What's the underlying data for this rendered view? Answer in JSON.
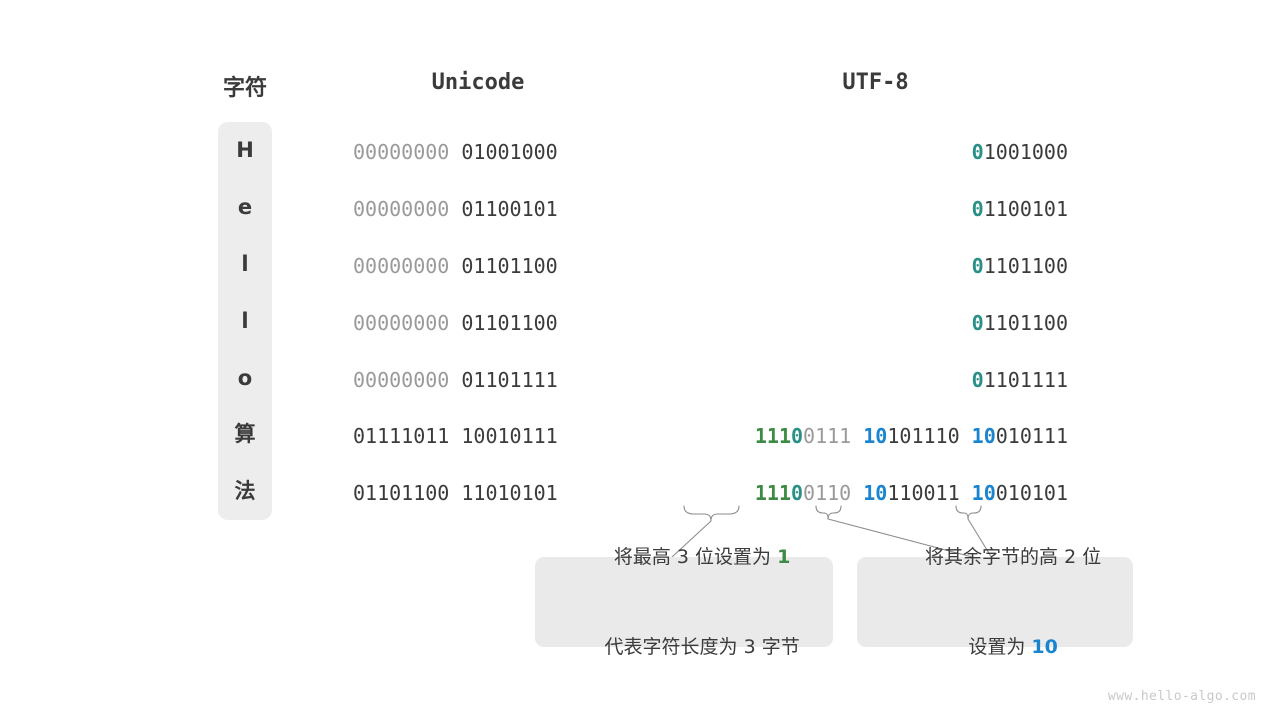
{
  "headers": {
    "character": "字符",
    "unicode": "Unicode",
    "utf8": "UTF-8"
  },
  "colors": {
    "green": "#3c8a43",
    "teal": "#2a9087",
    "blue": "#1b84cf",
    "dim": "#9a9a9a",
    "dark": "#3b3b3b",
    "pill_bg": "#ededed",
    "callout_bg": "#eaeaea"
  },
  "rows": [
    {
      "char": "H",
      "unicode": {
        "high": "00000000",
        "low": "01001000"
      },
      "utf8": [
        {
          "flag": "0",
          "flag_color": "teal",
          "rest": "1001000"
        }
      ]
    },
    {
      "char": "e",
      "unicode": {
        "high": "00000000",
        "low": "01100101"
      },
      "utf8": [
        {
          "flag": "0",
          "flag_color": "teal",
          "rest": "1100101"
        }
      ]
    },
    {
      "char": "l",
      "unicode": {
        "high": "00000000",
        "low": "01101100"
      },
      "utf8": [
        {
          "flag": "0",
          "flag_color": "teal",
          "rest": "1101100"
        }
      ]
    },
    {
      "char": "l",
      "unicode": {
        "high": "00000000",
        "low": "01101100"
      },
      "utf8": [
        {
          "flag": "0",
          "flag_color": "teal",
          "rest": "1101100"
        }
      ]
    },
    {
      "char": "o",
      "unicode": {
        "high": "00000000",
        "low": "01101111"
      },
      "utf8": [
        {
          "flag": "0",
          "flag_color": "teal",
          "rest": "1101111"
        }
      ]
    },
    {
      "char": "算",
      "unicode": {
        "high": "01111011",
        "low": "10010111"
      },
      "utf8": [
        {
          "flag": "111",
          "flag_color": "green",
          "flag2": "0",
          "flag2_color": "teal",
          "rest": "0111"
        },
        {
          "flag": "10",
          "flag_color": "blue",
          "rest": "101110"
        },
        {
          "flag": "10",
          "flag_color": "blue",
          "rest": "010111"
        }
      ]
    },
    {
      "char": "法",
      "unicode": {
        "high": "01101100",
        "low": "11010101"
      },
      "utf8": [
        {
          "flag": "111",
          "flag_color": "green",
          "flag2": "0",
          "flag2_color": "teal",
          "rest": "0110"
        },
        {
          "flag": "10",
          "flag_color": "blue",
          "rest": "110011"
        },
        {
          "flag": "10",
          "flag_color": "blue",
          "rest": "010101"
        }
      ]
    }
  ],
  "callouts": [
    {
      "line1_pre": "将最高 3 位设置为 ",
      "line1_hl": "1",
      "line1_post": "",
      "line2_pre": "代表字符长度为 3 字节",
      "line2_hl": "",
      "line2_post": ""
    },
    {
      "line1_pre": "将其余字节的高 2 位",
      "line1_hl": "",
      "line1_post": "",
      "line2_pre": "设置为 ",
      "line2_hl": "10",
      "line2_post": ""
    }
  ],
  "watermark": "www.hello-algo.com"
}
